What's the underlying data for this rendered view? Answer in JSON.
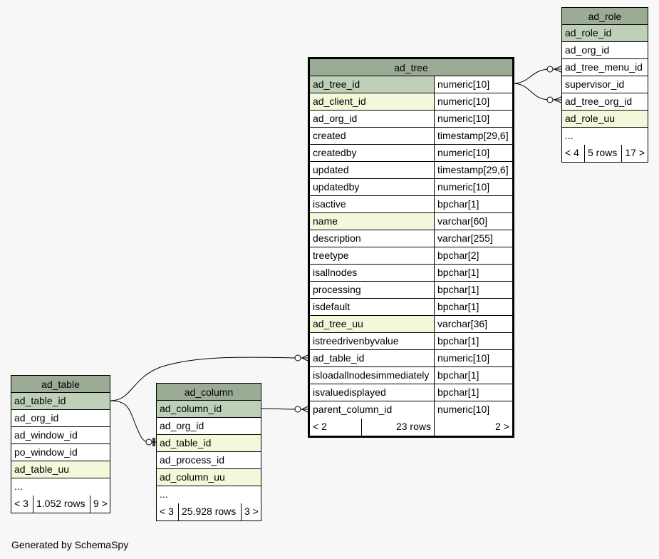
{
  "tables": {
    "ad_tree": {
      "title": "ad_tree",
      "columns": [
        {
          "name": "ad_tree_id",
          "type": "numeric[10]",
          "kind": "pk"
        },
        {
          "name": "ad_client_id",
          "type": "numeric[10]",
          "kind": "fk"
        },
        {
          "name": "ad_org_id",
          "type": "numeric[10]",
          "kind": ""
        },
        {
          "name": "created",
          "type": "timestamp[29,6]",
          "kind": ""
        },
        {
          "name": "createdby",
          "type": "numeric[10]",
          "kind": ""
        },
        {
          "name": "updated",
          "type": "timestamp[29,6]",
          "kind": ""
        },
        {
          "name": "updatedby",
          "type": "numeric[10]",
          "kind": ""
        },
        {
          "name": "isactive",
          "type": "bpchar[1]",
          "kind": ""
        },
        {
          "name": "name",
          "type": "varchar[60]",
          "kind": "fk"
        },
        {
          "name": "description",
          "type": "varchar[255]",
          "kind": ""
        },
        {
          "name": "treetype",
          "type": "bpchar[2]",
          "kind": ""
        },
        {
          "name": "isallnodes",
          "type": "bpchar[1]",
          "kind": ""
        },
        {
          "name": "processing",
          "type": "bpchar[1]",
          "kind": ""
        },
        {
          "name": "isdefault",
          "type": "bpchar[1]",
          "kind": ""
        },
        {
          "name": "ad_tree_uu",
          "type": "varchar[36]",
          "kind": "fk"
        },
        {
          "name": "istreedrivenbyvalue",
          "type": "bpchar[1]",
          "kind": ""
        },
        {
          "name": "ad_table_id",
          "type": "numeric[10]",
          "kind": ""
        },
        {
          "name": "isloadallnodesimmediately",
          "type": "bpchar[1]",
          "kind": ""
        },
        {
          "name": "isvaluedisplayed",
          "type": "bpchar[1]",
          "kind": ""
        },
        {
          "name": "parent_column_id",
          "type": "numeric[10]",
          "kind": ""
        }
      ],
      "footer": {
        "parents": "< 2",
        "rows": "23 rows",
        "children": "2 >"
      }
    },
    "ad_role": {
      "title": "ad_role",
      "columns": [
        {
          "name": "ad_role_id",
          "kind": "pk"
        },
        {
          "name": "ad_org_id",
          "kind": ""
        },
        {
          "name": "ad_tree_menu_id",
          "kind": ""
        },
        {
          "name": "supervisor_id",
          "kind": ""
        },
        {
          "name": "ad_tree_org_id",
          "kind": ""
        },
        {
          "name": "ad_role_uu",
          "kind": "fk"
        },
        {
          "name": "...",
          "kind": ""
        }
      ],
      "footer": {
        "parents": "< 4",
        "rows": "5 rows",
        "children": "17 >"
      }
    },
    "ad_table": {
      "title": "ad_table",
      "columns": [
        {
          "name": "ad_table_id",
          "kind": "pk"
        },
        {
          "name": "ad_org_id",
          "kind": ""
        },
        {
          "name": "ad_window_id",
          "kind": ""
        },
        {
          "name": "po_window_id",
          "kind": ""
        },
        {
          "name": "ad_table_uu",
          "kind": "fk"
        },
        {
          "name": "...",
          "kind": ""
        }
      ],
      "footer": {
        "parents": "< 3",
        "rows": "1.052 rows",
        "children": "9 >"
      }
    },
    "ad_column": {
      "title": "ad_column",
      "columns": [
        {
          "name": "ad_column_id",
          "kind": "pk"
        },
        {
          "name": "ad_org_id",
          "kind": ""
        },
        {
          "name": "ad_table_id",
          "kind": "fk"
        },
        {
          "name": "ad_process_id",
          "kind": ""
        },
        {
          "name": "ad_column_uu",
          "kind": "fk"
        },
        {
          "name": "...",
          "kind": ""
        }
      ],
      "footer": {
        "parents": "< 3",
        "rows": "25.928 rows",
        "children": "3 >"
      }
    }
  },
  "colors": {
    "header": "#9bab96",
    "primary_key": "#bed1b8",
    "foreign_key": "#f4f7da"
  },
  "footer_text": "Generated by SchemaSpy"
}
